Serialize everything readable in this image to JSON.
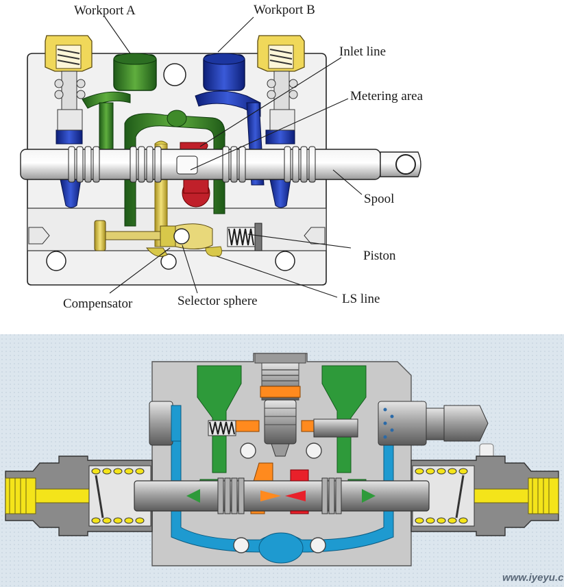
{
  "top_diagram": {
    "labels": {
      "workport_a": "Workport A",
      "workport_b": "Workport B",
      "inlet_line": "Inlet line",
      "metering_area": "Metering area",
      "spool": "Spool",
      "piston": "Piston",
      "ls_line": "LS line",
      "compensator": "Compensator",
      "selector_sphere": "Selector sphere"
    },
    "colors": {
      "workport_a_green": "#3f8a2a",
      "workport_b_blue": "#1f3aa8",
      "inlet_red": "#c0202a",
      "ls_yellow": "#d8c84a",
      "relief_cap": "#f0d85a"
    }
  },
  "bottom_diagram": {
    "watermark": "www.iyeyu.cn",
    "colors": {
      "background": "#dde8f0",
      "housing": "#c8c8c8",
      "green_channel": "#2e9a3a",
      "blue_channel": "#1e9ad0",
      "orange_part": "#ff8a1e",
      "red_part": "#e8202a",
      "yellow_line": "#f4e41a"
    }
  }
}
